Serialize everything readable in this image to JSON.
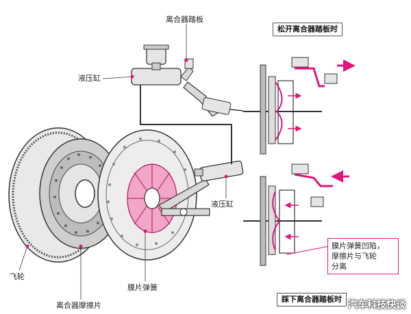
{
  "labels": {
    "pedal": "离合器踏板",
    "cylinder_top": "液压缸",
    "cylinder_mid": "液压缸",
    "flywheel": "飞轮",
    "friction_plate": "离合器摩擦片",
    "diaphragm_spring": "膜片弹簧"
  },
  "boxes": {
    "release_title": "松开离合器踏板时",
    "press_title": "踩下离合器踏板时",
    "press_note": "膜片弹簧凹陷，\n摩擦片与飞轮\n分离"
  },
  "watermark": "汽车科技快谈",
  "colors": {
    "accent": "#e0157a",
    "pink_fill": "#f2a6c8",
    "line": "#333333",
    "metal": "#d9d9d9"
  }
}
